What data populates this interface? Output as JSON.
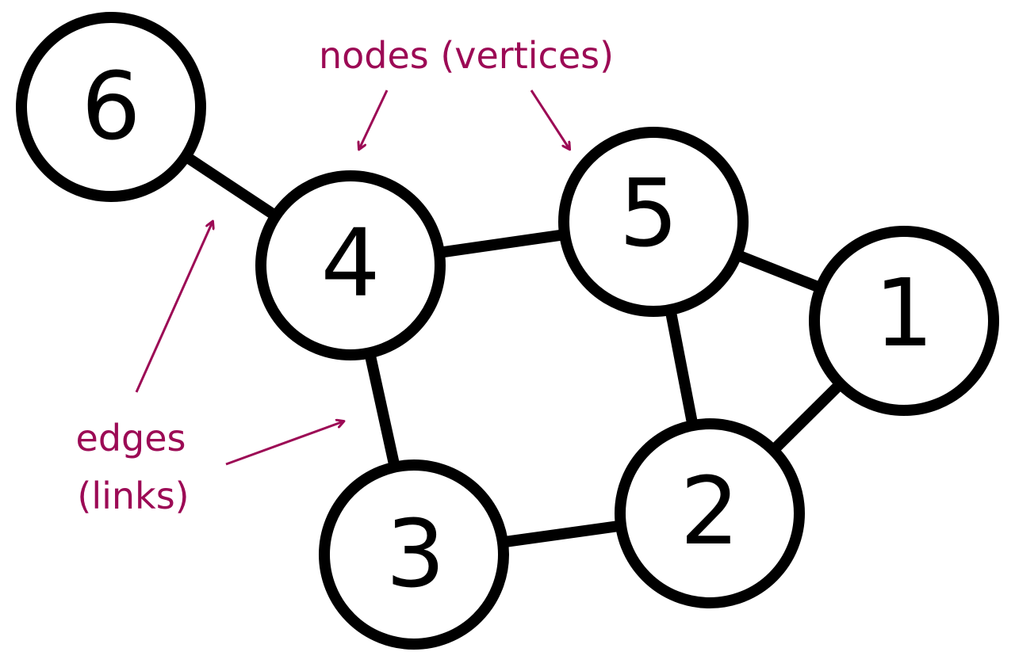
{
  "colors": {
    "node_stroke": "#000000",
    "edge_stroke": "#000000",
    "node_fill": "#ffffff",
    "annotation": "#9c0a55"
  },
  "nodes": [
    {
      "id": "n6",
      "label": "6"
    },
    {
      "id": "n4",
      "label": "4"
    },
    {
      "id": "n5",
      "label": "5"
    },
    {
      "id": "n1",
      "label": "1"
    },
    {
      "id": "n3",
      "label": "3"
    },
    {
      "id": "n2",
      "label": "2"
    }
  ],
  "edges": [
    {
      "from": "6",
      "to": "4"
    },
    {
      "from": "4",
      "to": "5"
    },
    {
      "from": "4",
      "to": "3"
    },
    {
      "from": "5",
      "to": "1"
    },
    {
      "from": "5",
      "to": "2"
    },
    {
      "from": "1",
      "to": "2"
    },
    {
      "from": "3",
      "to": "2"
    }
  ],
  "annotations": {
    "nodes_label": "nodes (vertices)",
    "edges_label_line1": "edges",
    "edges_label_line2": "(links)"
  }
}
